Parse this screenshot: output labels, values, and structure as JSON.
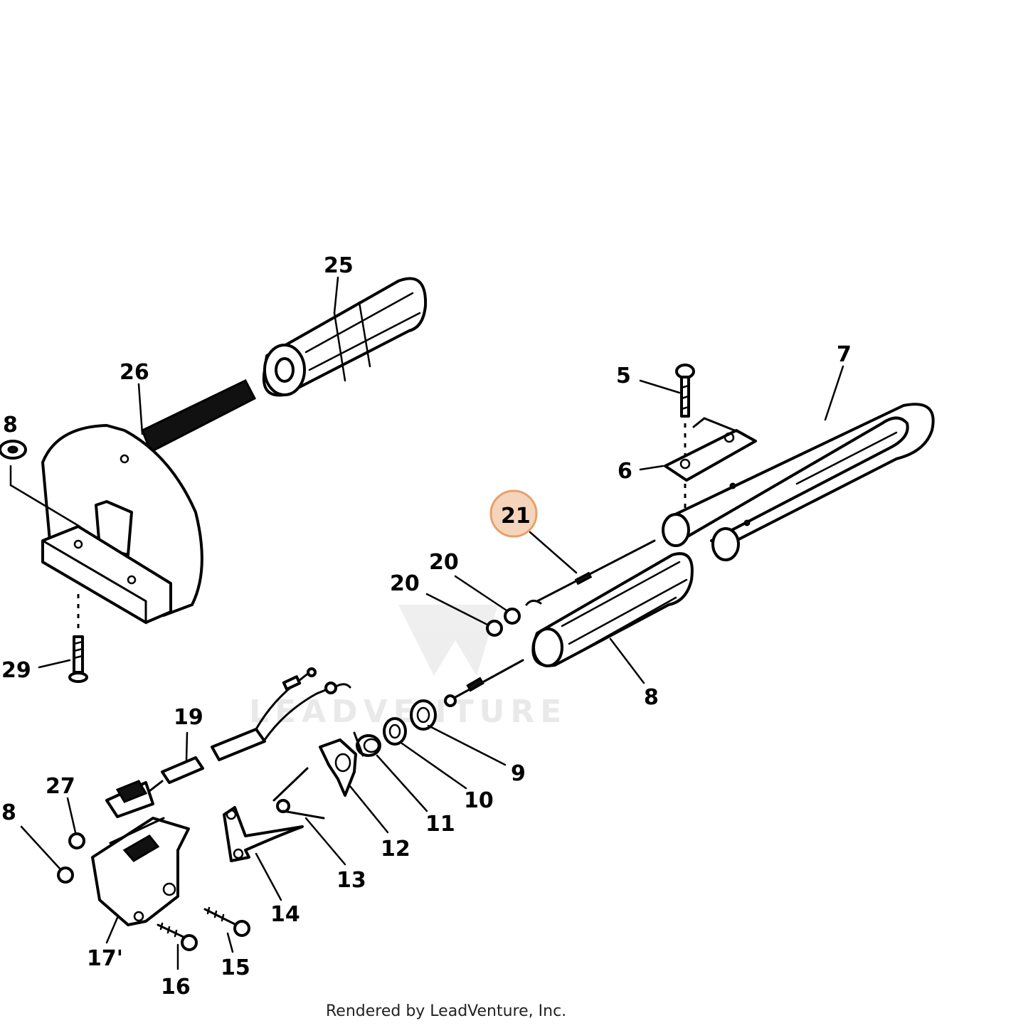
{
  "highlight_color": "#e8a06a",
  "watermark_text": "LEADVENTURE",
  "footer_text": "Rendered by LeadVenture, Inc.",
  "callouts": {
    "c25": "25",
    "c26": "26",
    "c5": "5",
    "c7": "7",
    "c6": "6",
    "c21": "21",
    "c20a": "20",
    "c20b": "20",
    "c8a": "8",
    "c9": "9",
    "c10": "10",
    "c11": "11",
    "c12": "12",
    "c13": "13",
    "c14": "14",
    "c15": "15",
    "c16": "16",
    "c17": "17'",
    "c19": "19",
    "c27": "27",
    "c8b": "8",
    "c29": "29",
    "c8c": "8"
  }
}
